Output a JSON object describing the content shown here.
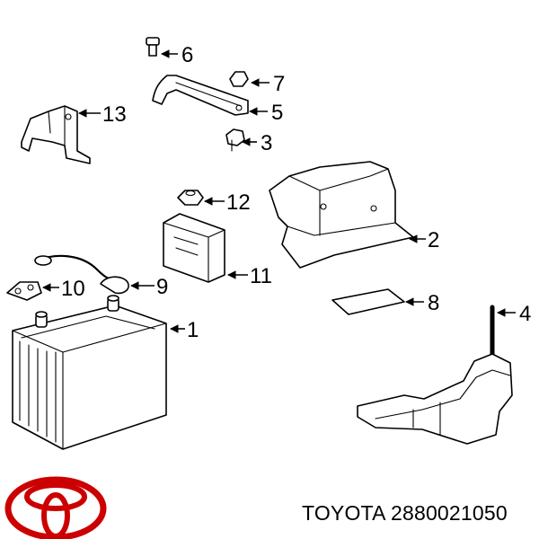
{
  "brand": {
    "name": "TOYOTA",
    "logo_color": "#cc0000",
    "logo_icon": "toyota-logo-icon"
  },
  "part_number": "2880021050",
  "callouts": [
    {
      "id": "1",
      "label": "1"
    },
    {
      "id": "2",
      "label": "2"
    },
    {
      "id": "3",
      "label": "3"
    },
    {
      "id": "4",
      "label": "4"
    },
    {
      "id": "5",
      "label": "5"
    },
    {
      "id": "6",
      "label": "6"
    },
    {
      "id": "7",
      "label": "7"
    },
    {
      "id": "8",
      "label": "8"
    },
    {
      "id": "9",
      "label": "9"
    },
    {
      "id": "10",
      "label": "10"
    },
    {
      "id": "11",
      "label": "11"
    },
    {
      "id": "12",
      "label": "12"
    },
    {
      "id": "13",
      "label": "13"
    }
  ]
}
